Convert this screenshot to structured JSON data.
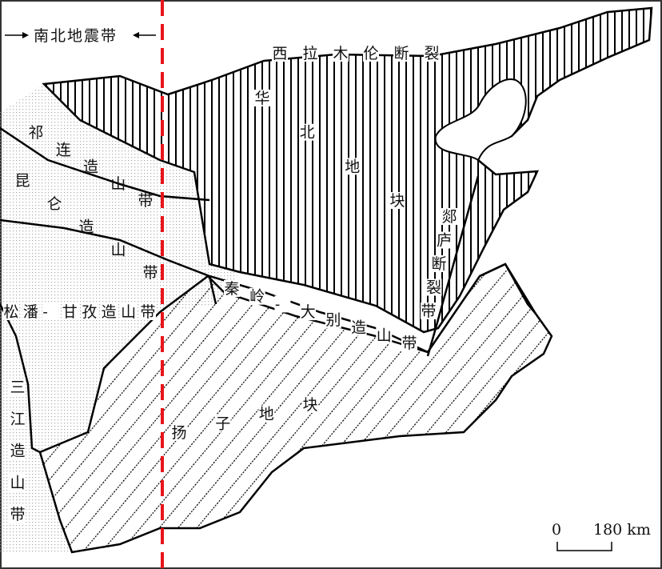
{
  "legend": {
    "seismic_belt": "南北地震带",
    "red_line_color": "#e8141b"
  },
  "labels": {
    "xilamulun_fault": "西拉木伦断裂",
    "north_china_block": "华北地块",
    "qilian_orogen": "祁连造山带",
    "kunlun_orogen": "昆仑造山带",
    "qinling_dabie_orogen": "秦岭-大别造山带",
    "songpan_ganzi_orogen": "松潘-甘孜造山带",
    "sanjiang_orogen": "三江造山带",
    "yangtze_block": "扬子地块",
    "tanlu_fault": "郯庐断裂带"
  },
  "scale": {
    "start": "0",
    "end": "180 km"
  }
}
